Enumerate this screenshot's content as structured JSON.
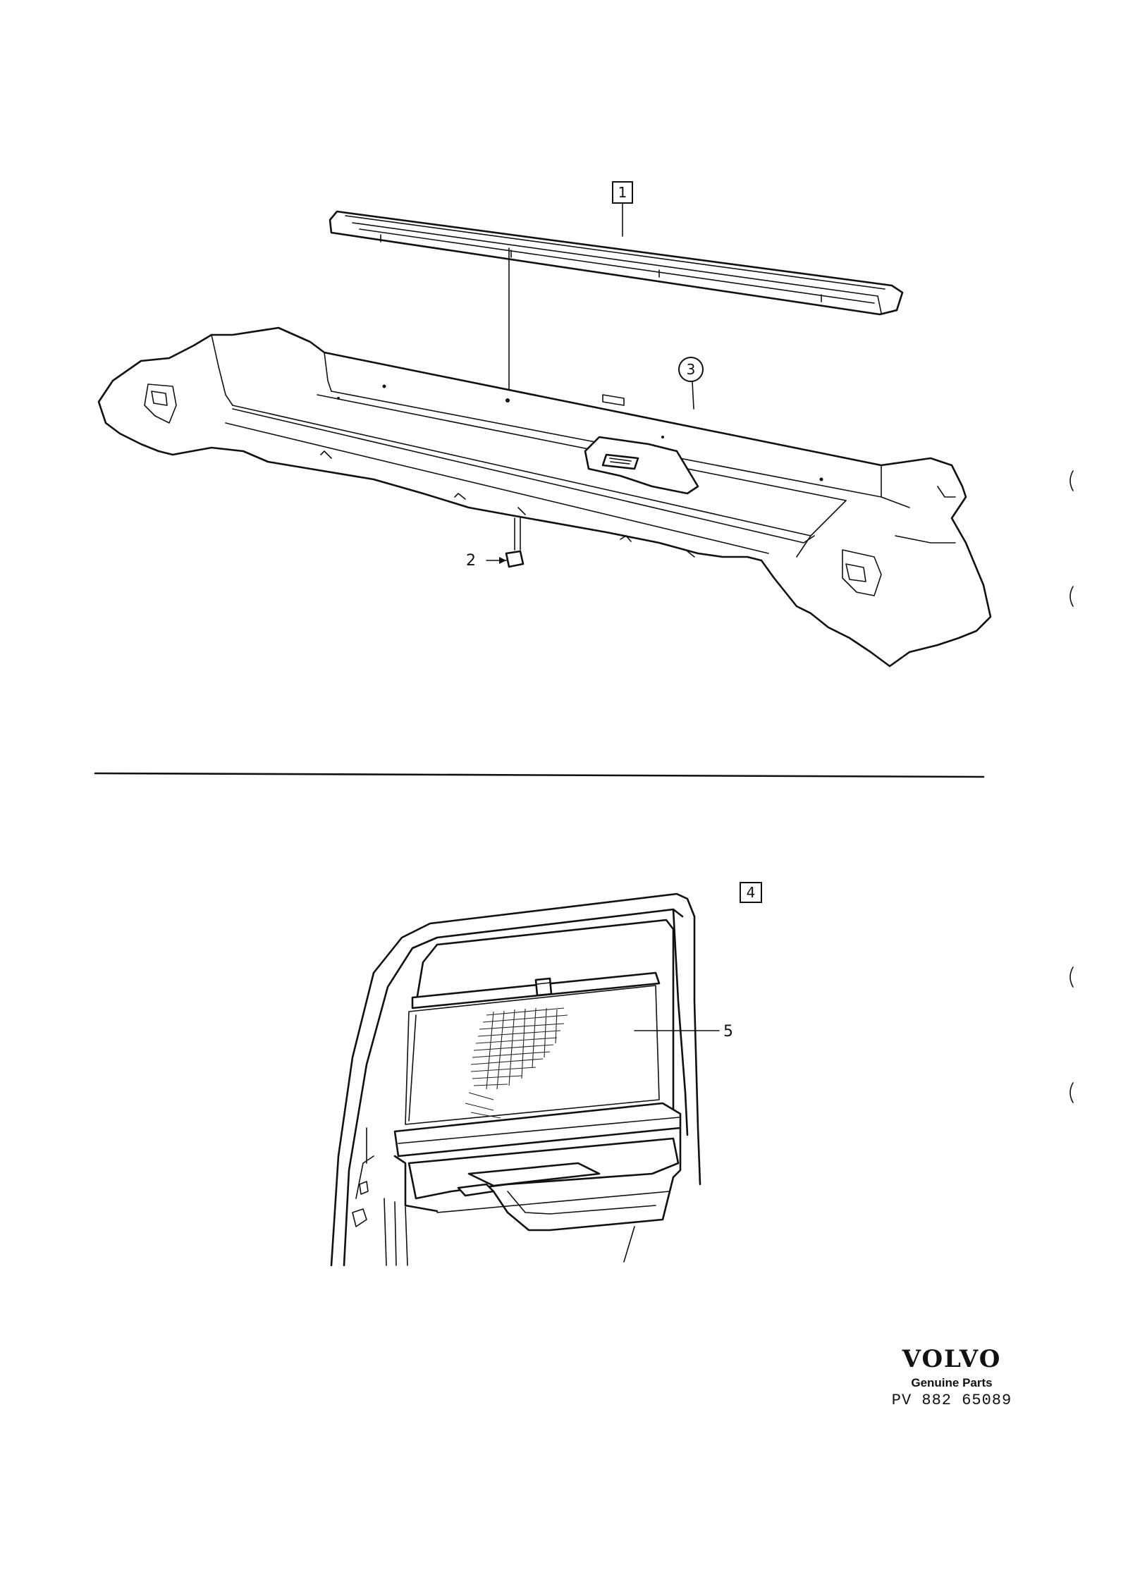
{
  "callouts": {
    "c1": "1",
    "c2": "2",
    "c3": "3",
    "c4": "4",
    "c5": "5"
  },
  "brand": {
    "name": "VOLVO",
    "subtitle": "Genuine Parts",
    "part_number": "PV  882 65089"
  },
  "colors": {
    "ink": "#111111",
    "paper": "#ffffff"
  }
}
